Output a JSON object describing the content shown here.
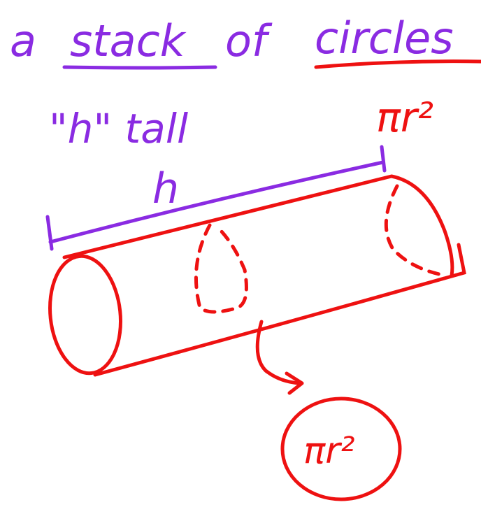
{
  "colors": {
    "purple_ink": "#8a2be2",
    "red_ink": "#ee1111",
    "background": "#ffffff"
  },
  "diagram": {
    "title": {
      "word_1": "a",
      "word_2": "stack",
      "word_3": "of",
      "word_4": "circles"
    },
    "height_note": "\"h\" tall",
    "height_symbol": "h",
    "area_formula_top": "πr²",
    "area_formula_circle": "πr²",
    "shape": "cylinder"
  }
}
